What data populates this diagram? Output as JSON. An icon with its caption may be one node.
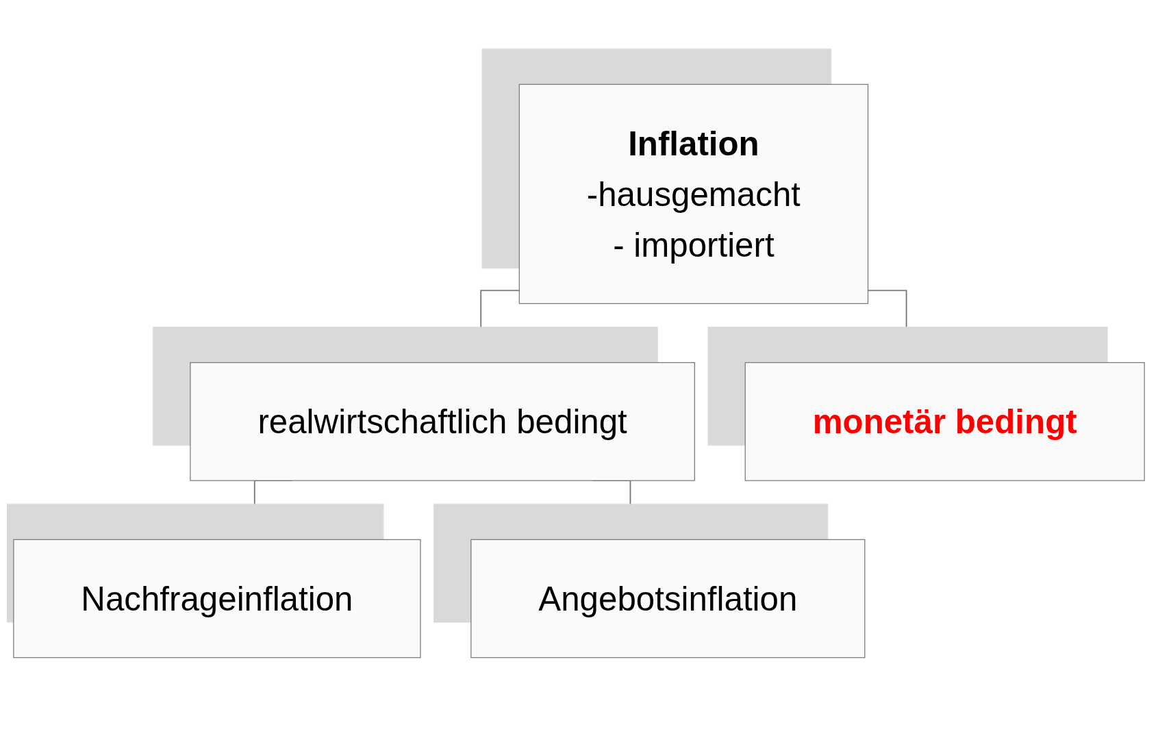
{
  "diagram": {
    "nodes": [
      {
        "text": [
          "Inflation",
          "-hausgemacht",
          "- importiert"
        ]
      },
      {
        "text": [
          "realwirtschaftlich bedingt"
        ]
      },
      {
        "text": [
          "monetär bedingt"
        ]
      },
      {
        "text": [
          "Nachfrageinflation"
        ]
      },
      {
        "text": [
          "Angebotsinflation"
        ]
      }
    ],
    "edges": [
      {
        "from": 0,
        "to": 1,
        "arrow": "none"
      },
      {
        "from": 0,
        "to": 2,
        "arrow": "none"
      },
      {
        "from": 1,
        "to": 3,
        "arrow": "none"
      },
      {
        "from": 1,
        "to": 4,
        "arrow": "none"
      }
    ]
  }
}
